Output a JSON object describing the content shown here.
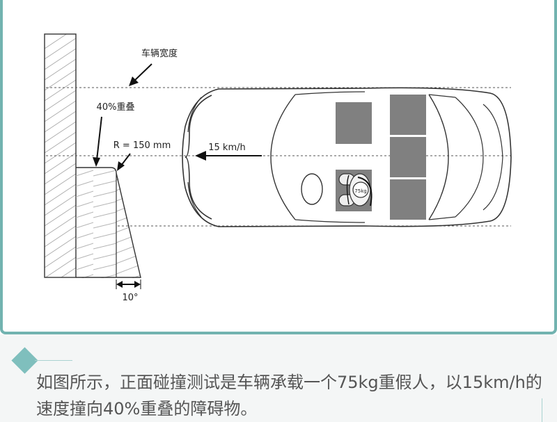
{
  "diagram": {
    "label_vehicle_width": "车辆宽度",
    "label_overlap": "40%重叠",
    "label_radius": "R = 150 mm",
    "label_speed": "15 km/h",
    "label_angle": "10°",
    "label_dummy_weight": "75kg"
  },
  "caption": {
    "text": "如图所示，正面碰撞测试是车辆承载一个75kg重假人，以15km/h的速度撞向40%重叠的障碍物。"
  },
  "colors": {
    "frame_border": "#72b3b0",
    "accent_diamond": "#7fbfbd",
    "caption_bg": "#f4f6f6",
    "seat_fill": "#808080"
  }
}
